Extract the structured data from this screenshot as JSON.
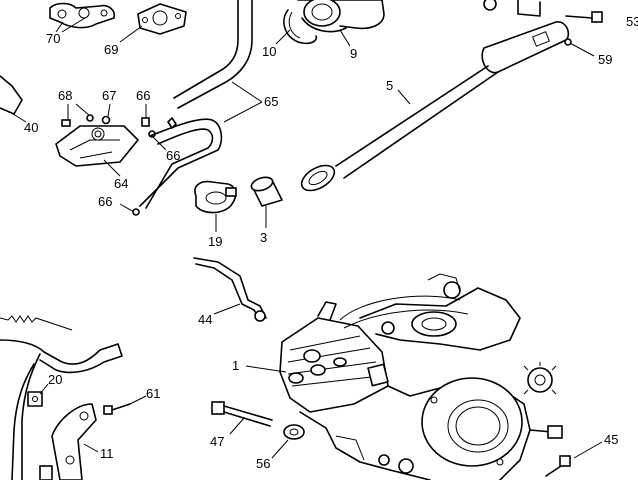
{
  "callouts": {
    "c70": "70",
    "c69": "69",
    "c10": "10",
    "c9": "9",
    "c5": "5",
    "c53": "53",
    "c59": "59",
    "c40": "40",
    "c68": "68",
    "c67": "67",
    "c66a": "66",
    "c66b": "66",
    "c66c": "66",
    "c65": "65",
    "c64": "64",
    "c19": "19",
    "c3": "3",
    "c44": "44",
    "c1": "1",
    "c20": "20",
    "c61": "61",
    "c47": "47",
    "c11": "11",
    "c56": "56",
    "c45": "45"
  },
  "stroke_color": "#000000",
  "background_color": "#ffffff"
}
